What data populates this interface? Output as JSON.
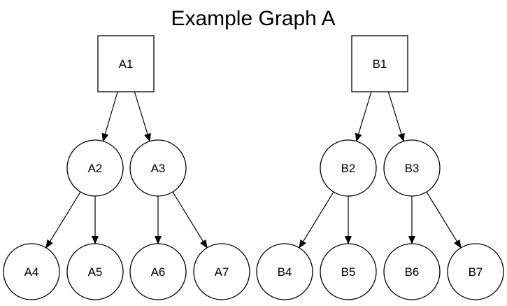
{
  "diagram": {
    "title": "Example Graph A",
    "nodes": [
      {
        "id": "A1",
        "label": "A1",
        "shape": "square"
      },
      {
        "id": "A2",
        "label": "A2",
        "shape": "circle"
      },
      {
        "id": "A3",
        "label": "A3",
        "shape": "circle"
      },
      {
        "id": "A4",
        "label": "A4",
        "shape": "circle"
      },
      {
        "id": "A5",
        "label": "A5",
        "shape": "circle"
      },
      {
        "id": "A6",
        "label": "A6",
        "shape": "circle"
      },
      {
        "id": "A7",
        "label": "A7",
        "shape": "circle"
      },
      {
        "id": "B1",
        "label": "B1",
        "shape": "square"
      },
      {
        "id": "B2",
        "label": "B2",
        "shape": "circle"
      },
      {
        "id": "B3",
        "label": "B3",
        "shape": "circle"
      },
      {
        "id": "B4",
        "label": "B4",
        "shape": "circle"
      },
      {
        "id": "B5",
        "label": "B5",
        "shape": "circle"
      },
      {
        "id": "B6",
        "label": "B6",
        "shape": "circle"
      },
      {
        "id": "B7",
        "label": "B7",
        "shape": "circle"
      }
    ],
    "edges": [
      {
        "from": "A1",
        "to": "A2"
      },
      {
        "from": "A1",
        "to": "A3"
      },
      {
        "from": "A2",
        "to": "A4"
      },
      {
        "from": "A2",
        "to": "A5"
      },
      {
        "from": "A3",
        "to": "A6"
      },
      {
        "from": "A3",
        "to": "A7"
      },
      {
        "from": "B1",
        "to": "B2"
      },
      {
        "from": "B1",
        "to": "B3"
      },
      {
        "from": "B2",
        "to": "B4"
      },
      {
        "from": "B2",
        "to": "B5"
      },
      {
        "from": "B3",
        "to": "B6"
      },
      {
        "from": "B3",
        "to": "B7"
      }
    ]
  }
}
